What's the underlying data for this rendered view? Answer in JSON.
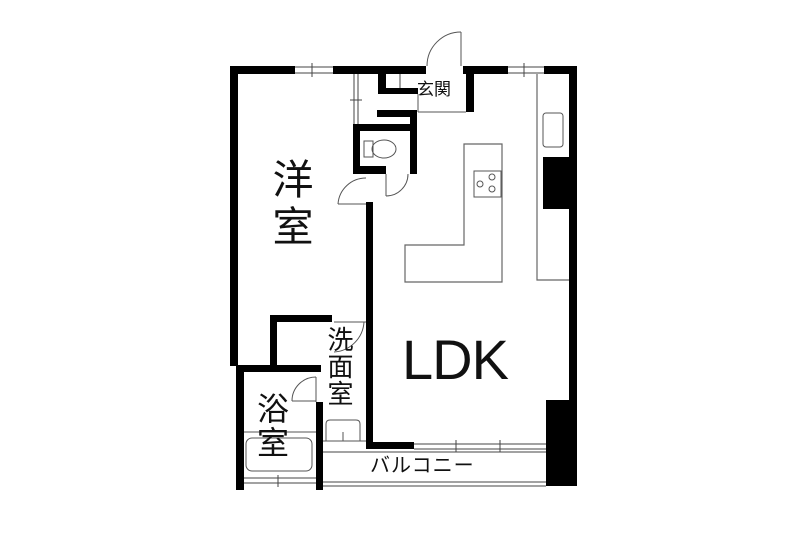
{
  "floor_plan": {
    "type": "1LDK apartment floor plan",
    "rooms": [
      {
        "id": "western",
        "label": "洋室",
        "meaning": "Western-style room"
      },
      {
        "id": "ldk",
        "label": "LDK",
        "meaning": "Living/Dining/Kitchen"
      },
      {
        "id": "washroom",
        "label": "洗面室",
        "meaning": "Washroom"
      },
      {
        "id": "bath",
        "label": "浴室",
        "meaning": "Bathroom"
      },
      {
        "id": "entrance",
        "label": "玄関",
        "meaning": "Entrance"
      },
      {
        "id": "balcony",
        "label": "バルコニー",
        "meaning": "Balcony"
      }
    ],
    "fixtures": [
      "toilet",
      "kitchen-counter",
      "stove",
      "sink",
      "refrigerator-space",
      "bathtub",
      "washbasin"
    ],
    "colors": {
      "wall": "#000000",
      "line": "#555555",
      "background": "#ffffff"
    }
  },
  "labels": {
    "western": "洋室",
    "ldk": "LDK",
    "washroom": "洗面室",
    "bath": "浴室",
    "entrance": "玄関",
    "balcony": "バルコニー"
  }
}
